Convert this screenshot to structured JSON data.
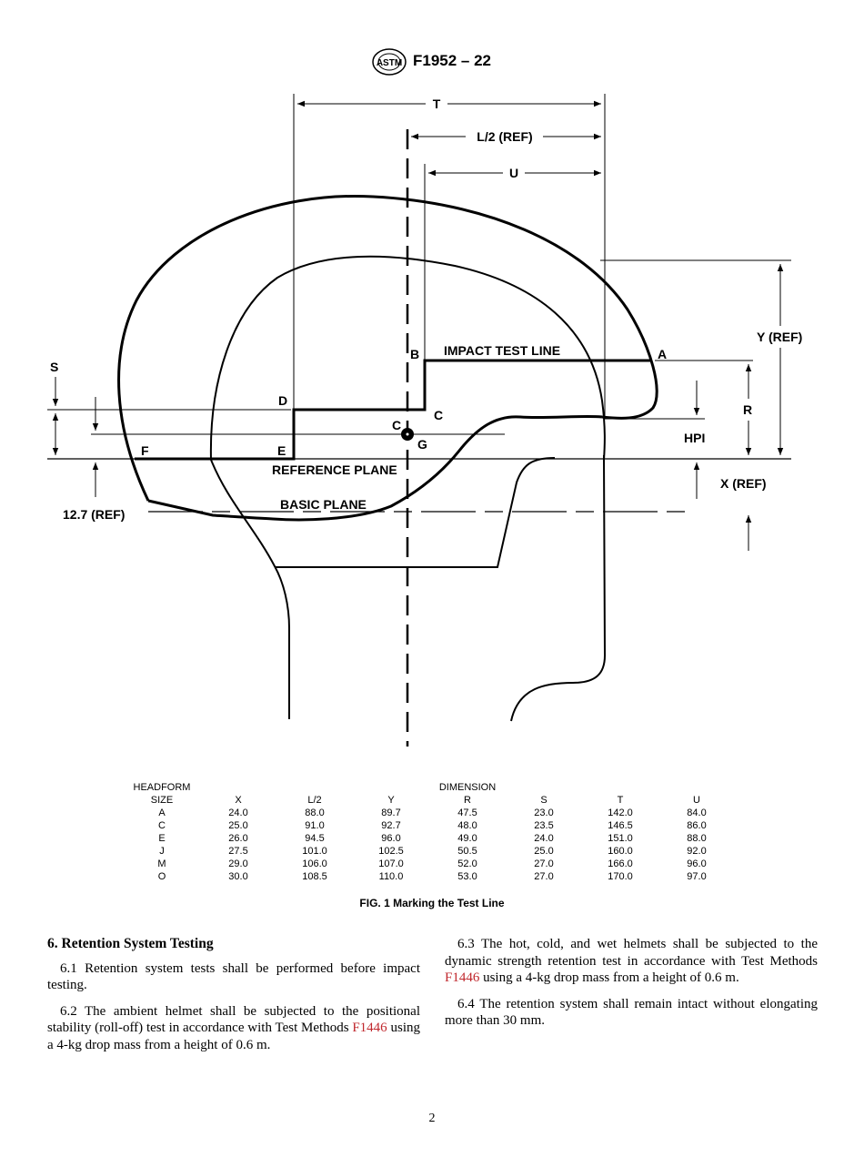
{
  "header": {
    "doc_id": "F1952 – 22",
    "logo_text": "ASTM"
  },
  "figure": {
    "dimension_labels": {
      "T": "T",
      "L2": "L/2 (REF)",
      "U": "U",
      "Y": "Y (REF)",
      "R": "R",
      "HPI": "HPI",
      "X": "X (REF)",
      "S": "S",
      "ref127": "12.7 (REF)"
    },
    "point_labels": {
      "A": "A",
      "B": "B",
      "C1": "C",
      "C2": "C",
      "D": "D",
      "E": "E",
      "F": "F",
      "G": "G"
    },
    "line_labels": {
      "impact": "IMPACT TEST LINE",
      "reference": "REFERENCE PLANE",
      "basic": "BASIC PLANE"
    },
    "caption": "FIG. 1 Marking the Test Line"
  },
  "table": {
    "headform_label": "HEADFORM",
    "dimension_label": "DIMENSION",
    "columns": [
      "SIZE",
      "X",
      "L/2",
      "Y",
      "R",
      "S",
      "T",
      "U"
    ],
    "rows": [
      [
        "A",
        "24.0",
        "88.0",
        "89.7",
        "47.5",
        "23.0",
        "142.0",
        "84.0"
      ],
      [
        "C",
        "25.0",
        "91.0",
        "92.7",
        "48.0",
        "23.5",
        "146.5",
        "86.0"
      ],
      [
        "E",
        "26.0",
        "94.5",
        "96.0",
        "49.0",
        "24.0",
        "151.0",
        "88.0"
      ],
      [
        "J",
        "27.5",
        "101.0",
        "102.5",
        "50.5",
        "25.0",
        "160.0",
        "92.0"
      ],
      [
        "M",
        "29.0",
        "106.0",
        "107.0",
        "52.0",
        "27.0",
        "166.0",
        "96.0"
      ],
      [
        "O",
        "30.0",
        "108.5",
        "110.0",
        "53.0",
        "27.0",
        "170.0",
        "97.0"
      ]
    ]
  },
  "text": {
    "section_title": "6.  Retention System Testing",
    "p61": "6.1  Retention system tests shall be performed before impact testing.",
    "p62_a": "6.2  The ambient helmet shall be subjected to the positional stability (roll-off) test in accordance with Test Methods ",
    "p62_link": "F1446",
    "p62_b": " using a 4-kg drop mass from a height of 0.6 m.",
    "p63_a": "6.3  The hot, cold, and wet helmets shall be subjected to the dynamic strength retention test in accordance with Test Methods ",
    "p63_link": "F1446",
    "p63_b": " using a 4-kg drop mass from a height of 0.6 m.",
    "p64": "6.4  The retention system shall remain intact without elongating more than 30 mm."
  },
  "page_number": "2"
}
